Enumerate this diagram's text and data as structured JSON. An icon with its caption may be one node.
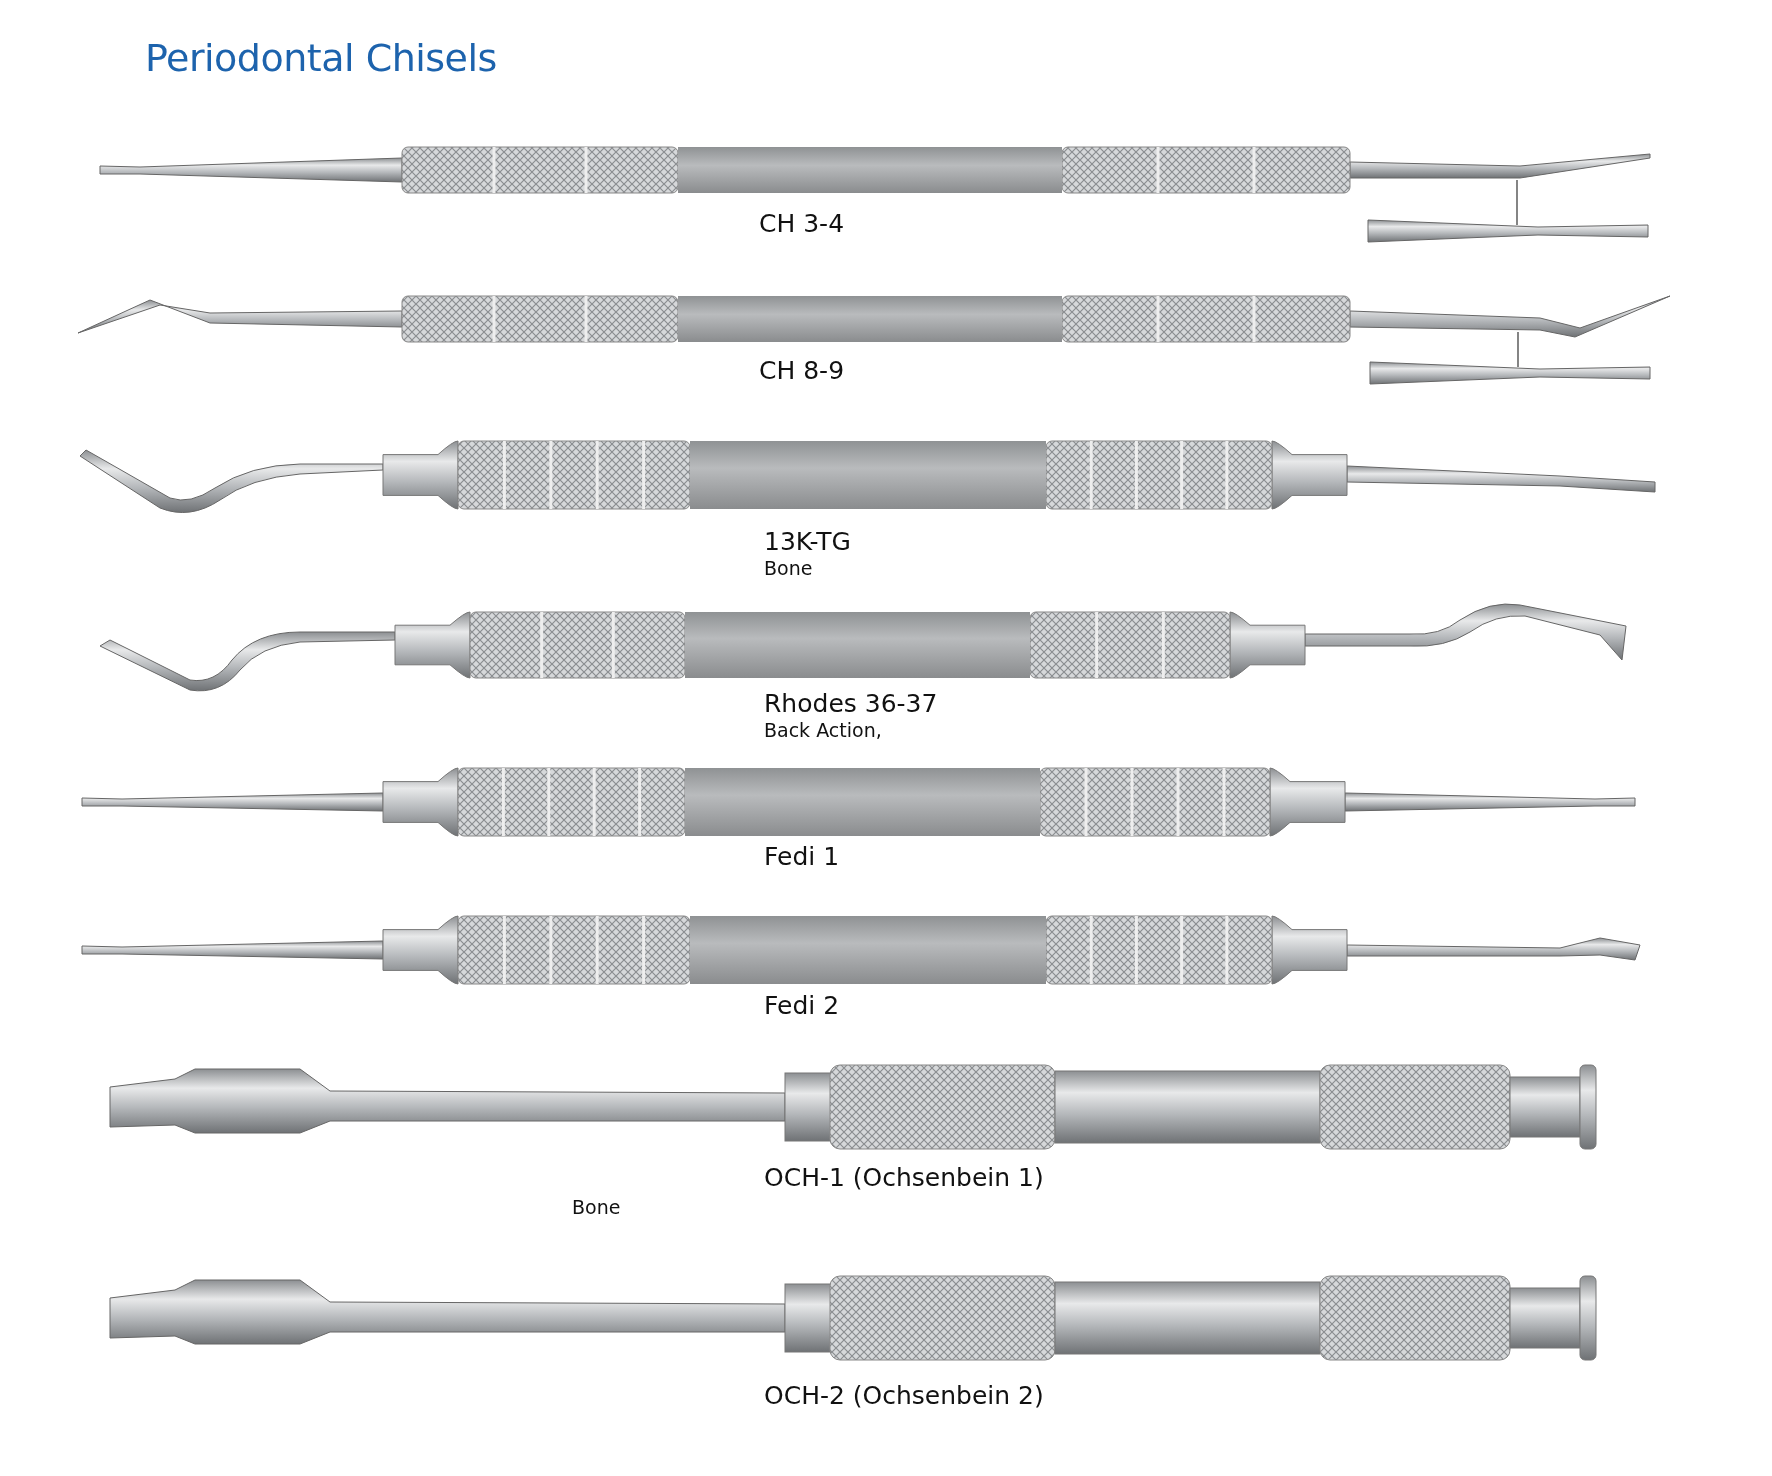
{
  "diagram": {
    "title": "Periodontal Chisels",
    "labels": [
      "CH 3-4",
      "CH 8-9",
      "13K-TG",
      "Bone",
      "Rhodes 36-37",
      "Back Action,",
      "Fedi 1",
      "Fedi 2",
      "OCH-1 (Ochsenbein 1)",
      "Bone",
      "OCH-2 (Ochsenbein 2)"
    ]
  }
}
